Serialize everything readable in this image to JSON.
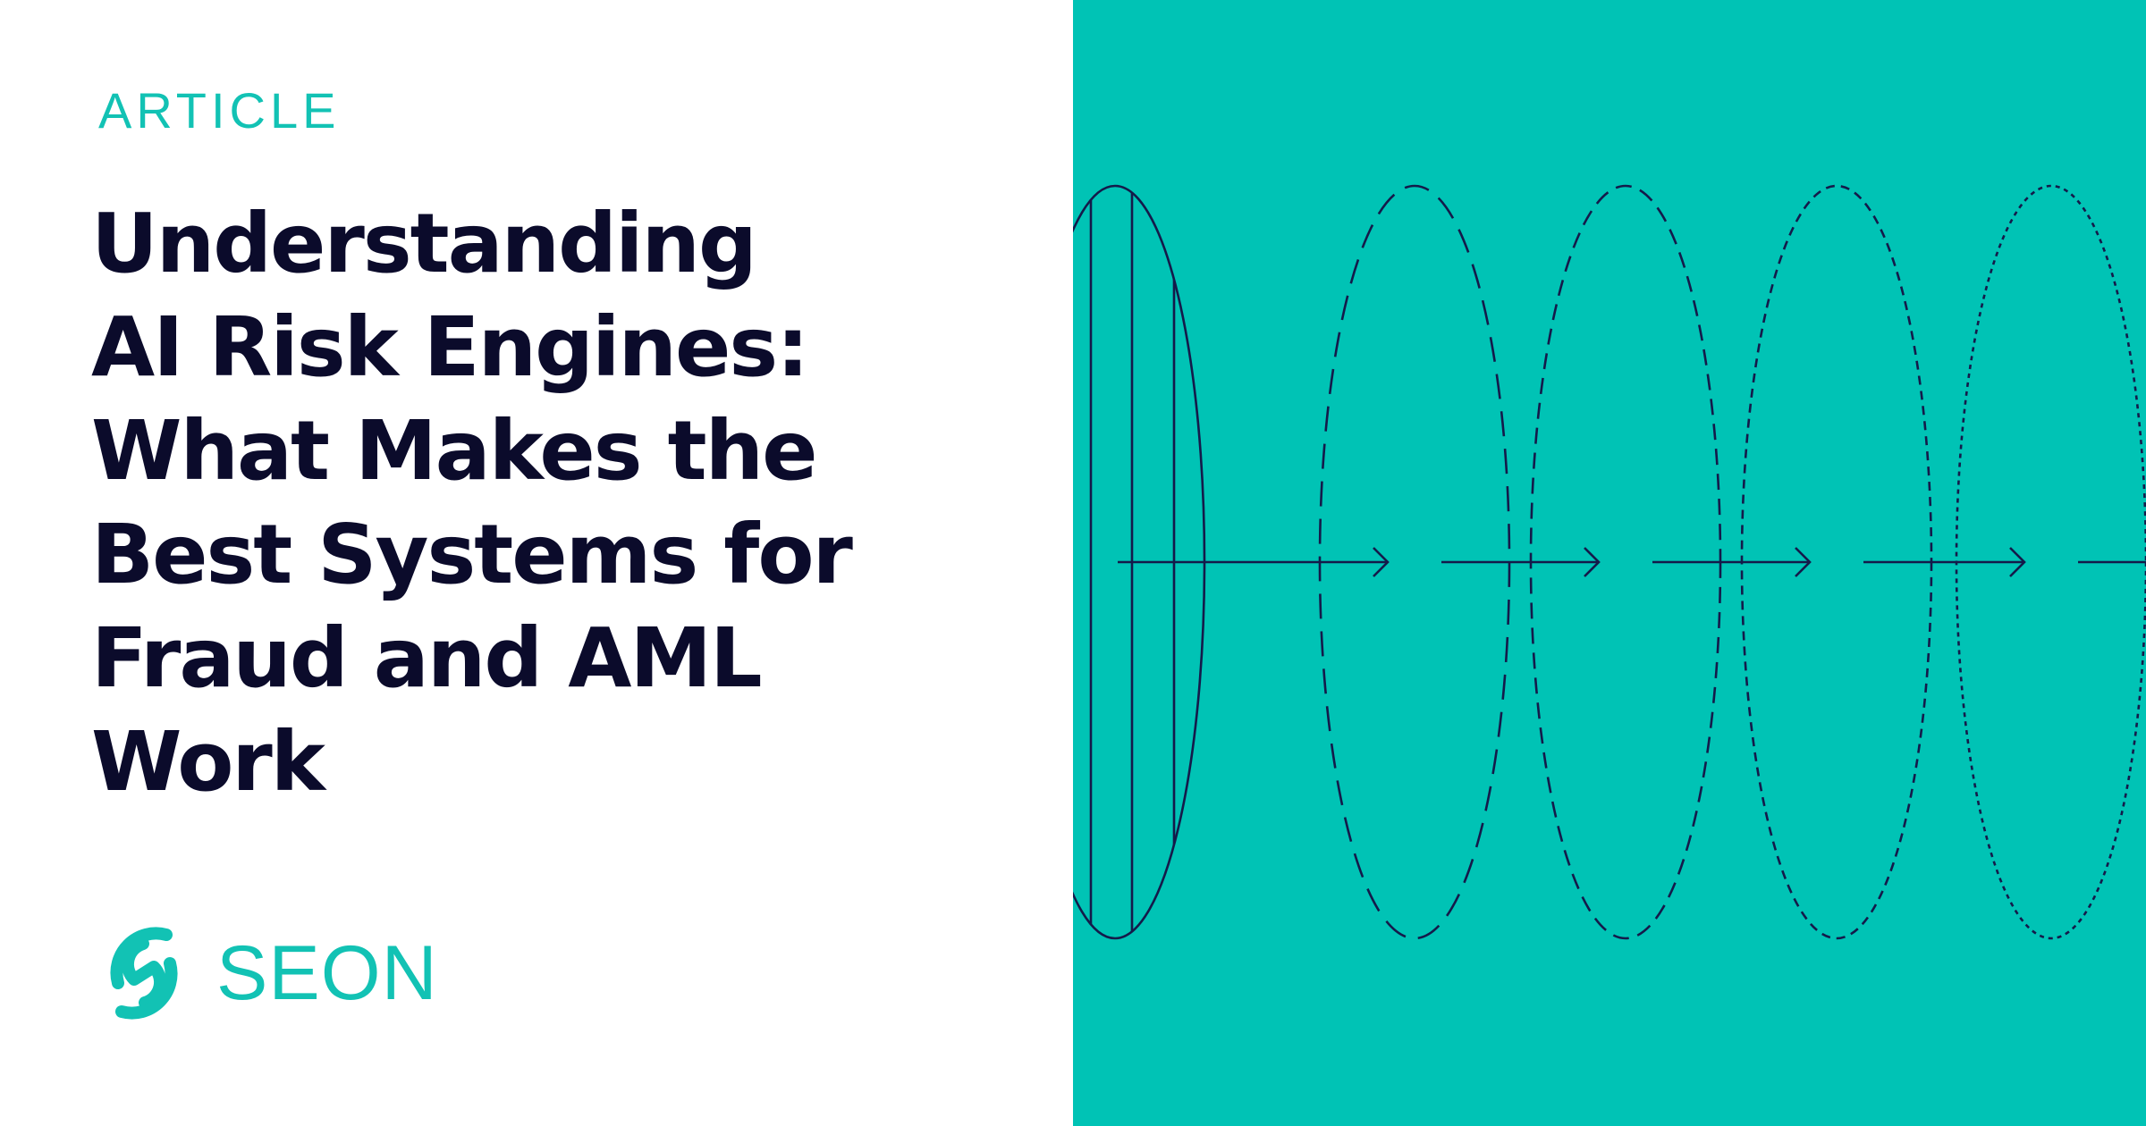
{
  "header": {
    "eyebrow": "ARTICLE"
  },
  "title": {
    "lines": [
      "Understanding",
      "AI Risk Engines:",
      "What Makes the",
      "Best Systems for",
      "Fraud and AML",
      "Work"
    ]
  },
  "brand": {
    "name": "SEON",
    "logo_icon": "seon-s-icon"
  },
  "illustration": {
    "icon": "dashed-ellipses-arrows-graphic"
  },
  "colors": {
    "accent": "#12c2b4",
    "panel_background": "#00c3b5",
    "headline": "#0b0b2b",
    "line_art": "#141a4a"
  }
}
